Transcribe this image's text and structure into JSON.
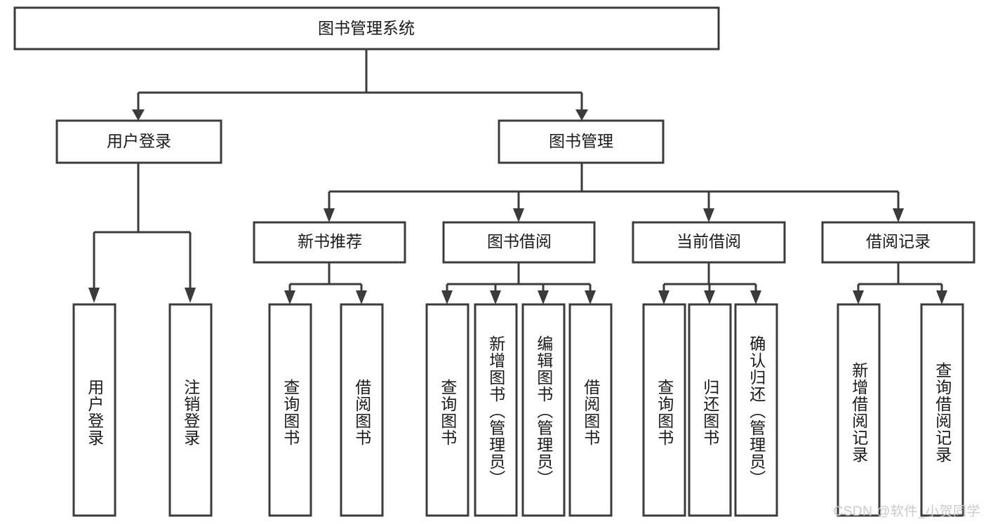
{
  "diagram": {
    "type": "tree-hierarchy-diagram",
    "title": "图书管理系统",
    "root": {
      "label": "图书管理系统",
      "shape": "rectangle"
    },
    "level2": [
      {
        "label": "用户登录"
      },
      {
        "label": "图书管理"
      }
    ],
    "level3": [
      {
        "label": "新书推荐"
      },
      {
        "label": "图书借阅"
      },
      {
        "label": "当前借阅"
      },
      {
        "label": "借阅记录"
      }
    ],
    "leaves": {
      "用户登录": [
        {
          "label": "用户登录"
        },
        {
          "label": "注销登录"
        }
      ],
      "新书推荐": [
        {
          "label": "查询图书"
        },
        {
          "label": "借阅图书"
        }
      ],
      "图书借阅": [
        {
          "label": "查询图书"
        },
        {
          "label": "新增图书（管理员）"
        },
        {
          "label": "编辑图书（管理员）"
        },
        {
          "label": "借阅图书"
        }
      ],
      "当前借阅": [
        {
          "label": "查询图书"
        },
        {
          "label": "归还图书"
        },
        {
          "label": "确认归还（管理员）"
        }
      ],
      "借阅记录": [
        {
          "label": "新增借阅记录"
        },
        {
          "label": "查询借阅记录"
        }
      ]
    }
  },
  "leaf_nodes": [
    {
      "id": "leaf-yonghudenglu",
      "label": "用户登录"
    },
    {
      "id": "leaf-zhuxiaodenglu",
      "label": "注销登录"
    },
    {
      "id": "leaf-chaxuntushu-1",
      "label": "查询图书"
    },
    {
      "id": "leaf-jieyuetushu-1",
      "label": "借阅图书"
    },
    {
      "id": "leaf-chaxuntushu-2",
      "label": "查询图书"
    },
    {
      "id": "leaf-xinzengtushu",
      "label": "新增图书（管理员）"
    },
    {
      "id": "leaf-bianjitushu",
      "label": "编辑图书（管理员）"
    },
    {
      "id": "leaf-jieyuetushu-2",
      "label": "借阅图书"
    },
    {
      "id": "leaf-chaxuntushu-3",
      "label": "查询图书"
    },
    {
      "id": "leaf-guihuantushu",
      "label": "归还图书"
    },
    {
      "id": "leaf-querenguihuan",
      "label": "确认归还（管理员）"
    },
    {
      "id": "leaf-xinzengjieyuejilu",
      "label": "新增借阅记录"
    },
    {
      "id": "leaf-chaxunjieyuejilu",
      "label": "查询借阅记录"
    }
  ],
  "colors": {
    "stroke": "#3b3b3b",
    "fill": "#ffffff",
    "text": "#1a1a1a",
    "watermark": "#c9c9c9",
    "background": "#ffffff"
  },
  "watermark": {
    "text": "CSDN @软件_小贺同学"
  }
}
